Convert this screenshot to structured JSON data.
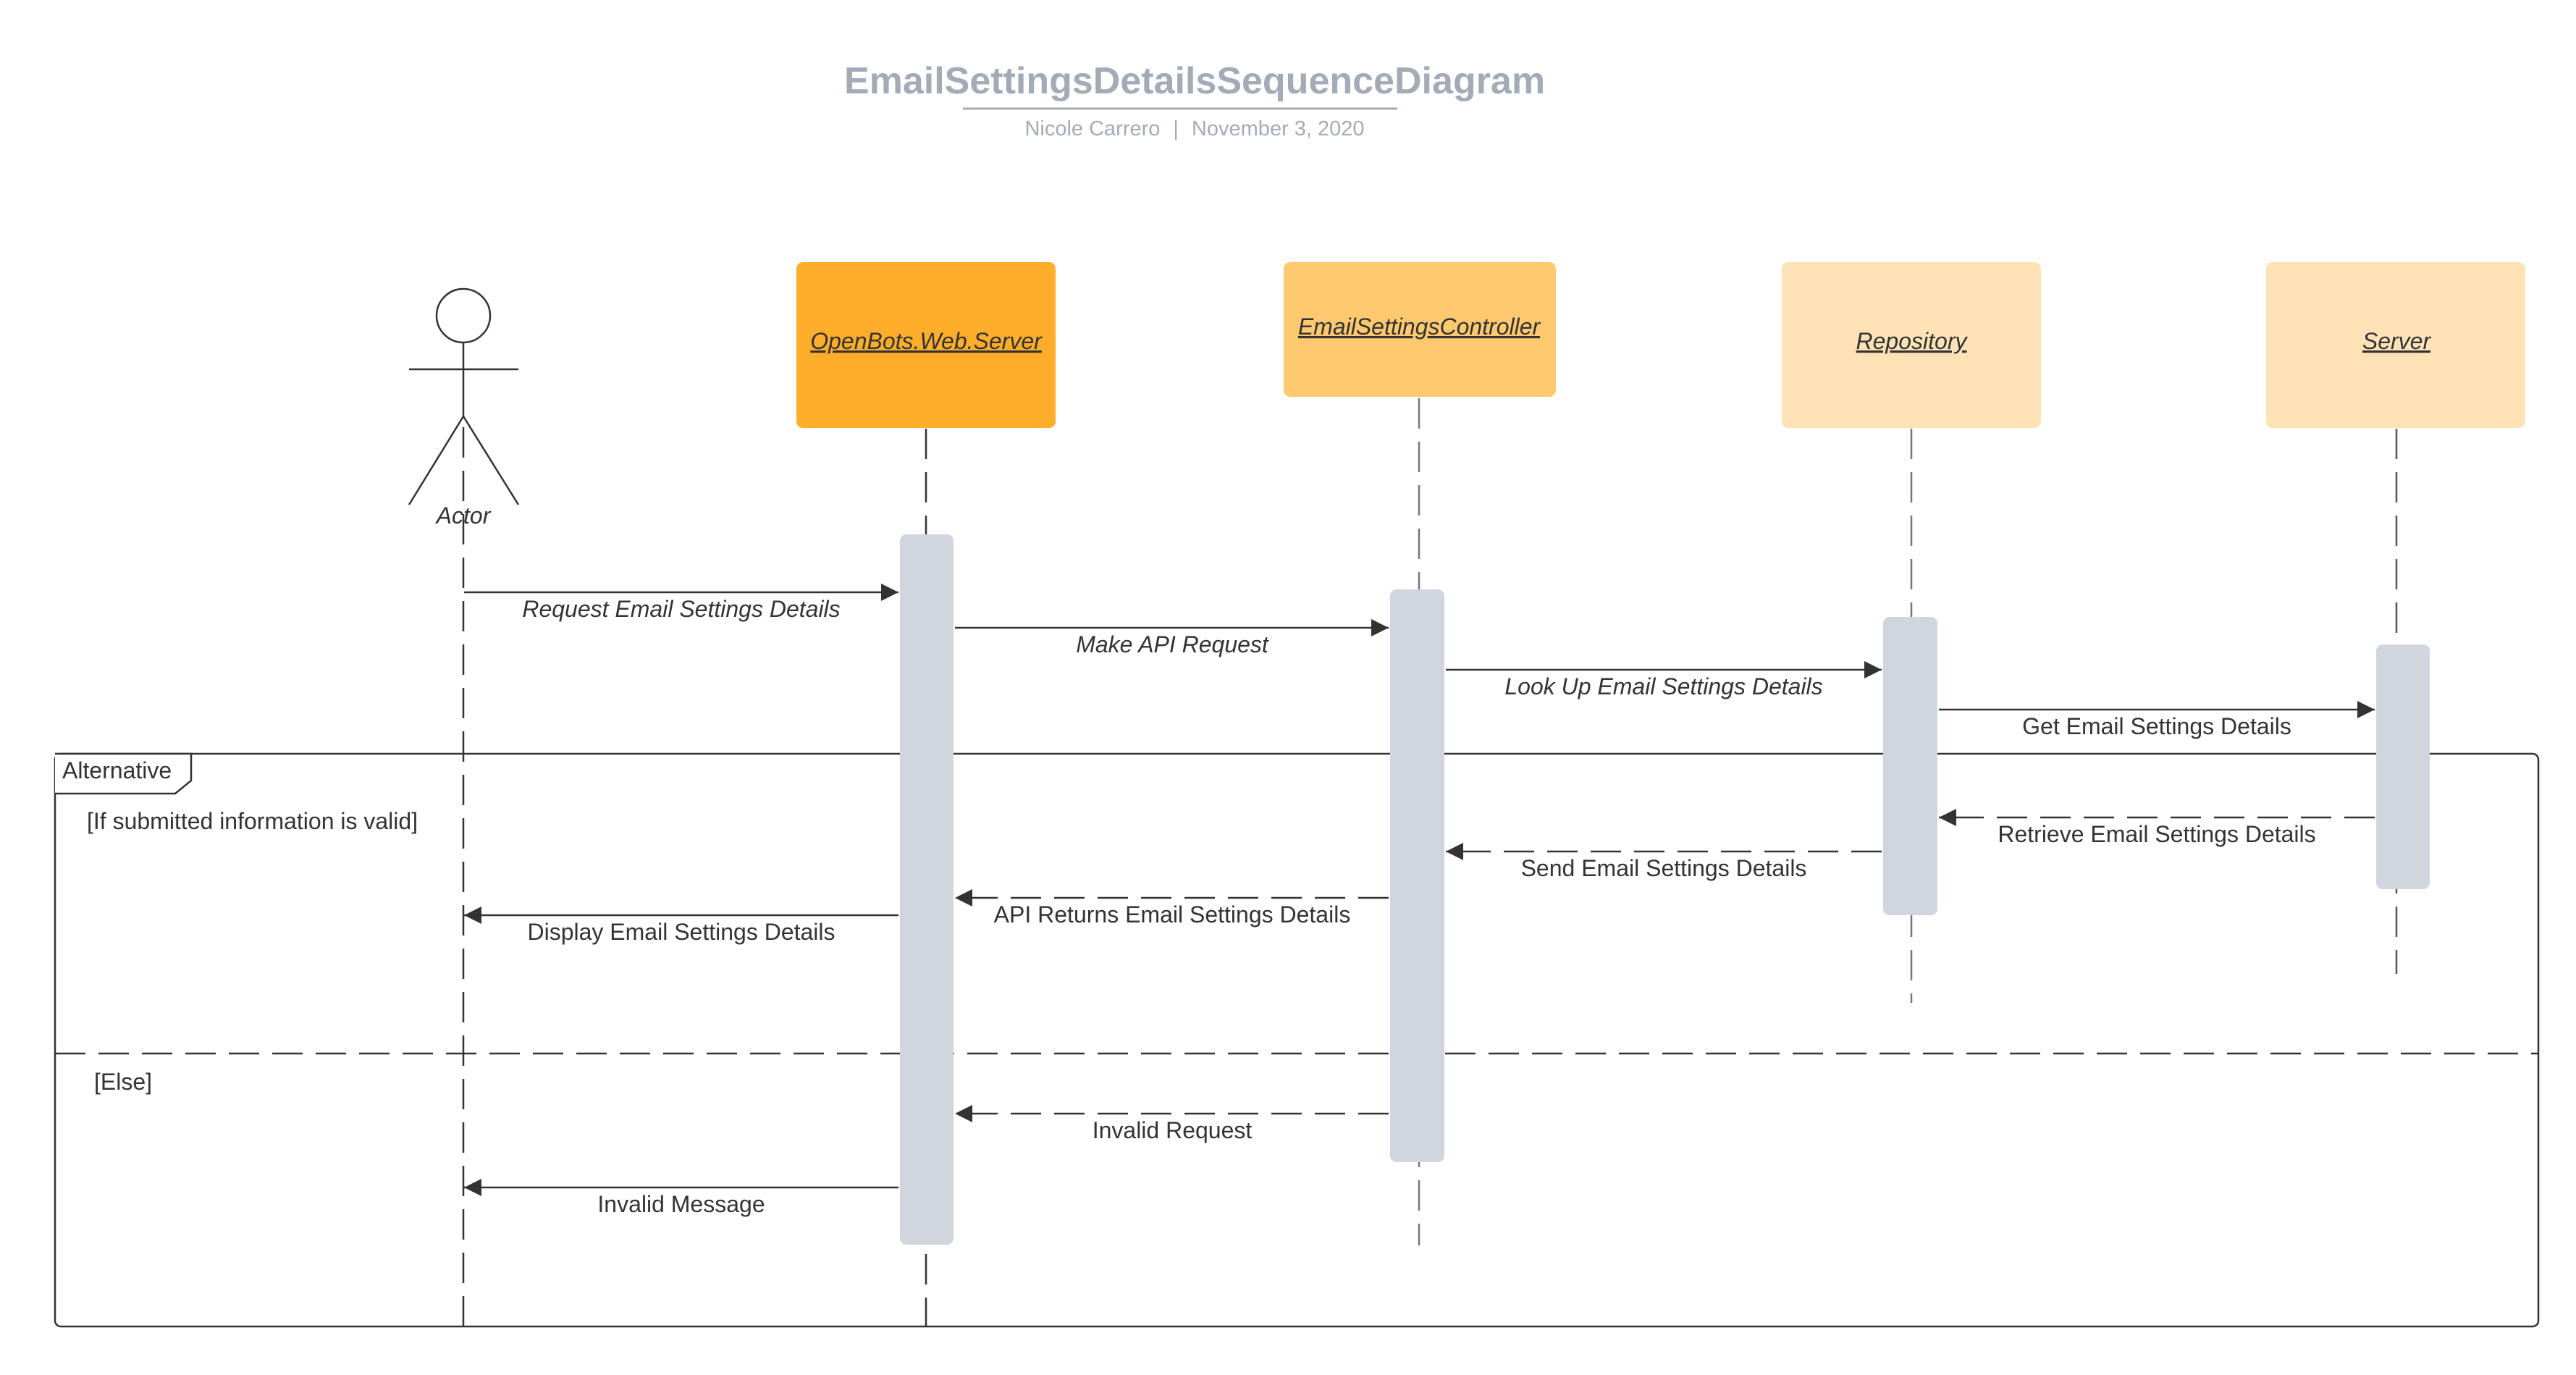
{
  "header": {
    "title": "EmailSettingsDetailsSequenceDiagram",
    "author": "Nicole Carrero",
    "separator": "|",
    "date": "November 3, 2020"
  },
  "colors": {
    "openbots": "#ffae2b",
    "controller": "#ffc970",
    "repository": "#ffe3b7",
    "server": "#ffe3b7",
    "activation": "#d1d5dd",
    "line": "#333333",
    "title": "#a3abb6"
  },
  "actor": {
    "label": "Actor"
  },
  "participants": [
    {
      "id": "openbots",
      "label": "OpenBots.Web.Server"
    },
    {
      "id": "controller",
      "label": "EmailSettingsController"
    },
    {
      "id": "repository",
      "label": "Repository"
    },
    {
      "id": "server",
      "label": "Server"
    }
  ],
  "fragment": {
    "label": "Alternative",
    "guard_if": "[If submitted information is valid]",
    "guard_else": "[Else]"
  },
  "messages": [
    {
      "label": "Request Email Settings Details",
      "from": "actor",
      "to": "openbots",
      "style": "sync",
      "italic": true
    },
    {
      "label": "Make API Request",
      "from": "openbots",
      "to": "controller",
      "style": "sync",
      "italic": true
    },
    {
      "label": "Look Up Email Settings Details",
      "from": "controller",
      "to": "repository",
      "style": "sync",
      "italic": true
    },
    {
      "label": "Get Email Settings Details",
      "from": "repository",
      "to": "server",
      "style": "sync",
      "italic": false
    },
    {
      "label": "Retrieve Email Settings Details",
      "from": "server",
      "to": "repository",
      "style": "return",
      "italic": false
    },
    {
      "label": "Send Email Settings Details",
      "from": "repository",
      "to": "controller",
      "style": "return",
      "italic": false
    },
    {
      "label": "API Returns Email Settings Details",
      "from": "controller",
      "to": "openbots",
      "style": "return",
      "italic": false
    },
    {
      "label": "Display Email Settings Details",
      "from": "openbots",
      "to": "actor",
      "style": "sync",
      "italic": false
    },
    {
      "label": "Invalid Request",
      "from": "controller",
      "to": "openbots",
      "style": "return",
      "italic": false
    },
    {
      "label": "Invalid Message",
      "from": "openbots",
      "to": "actor",
      "style": "sync",
      "italic": false
    }
  ]
}
